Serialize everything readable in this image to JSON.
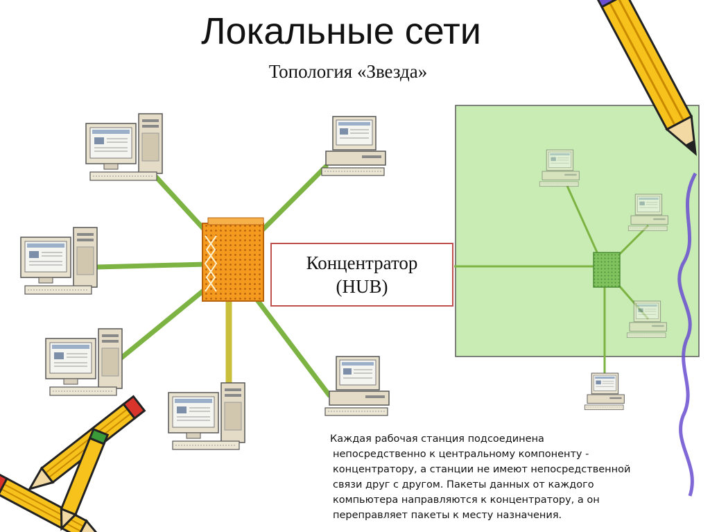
{
  "title": "Локальные сети",
  "subtitle": "Топология «Звезда»",
  "hub_label": {
    "line1": "Концентратор",
    "line2": "(HUB)"
  },
  "description": {
    "line1": "Каждая рабочая станция подсоединена",
    "line2": "непосредственно к  центральному компоненту -",
    "line3": "концентратору, а станции не имеют непосредственной",
    "line4": "связи друг с другом. Пакеты данных от каждого",
    "line5": "компьютера направляются к концентратору, а он",
    "line6": "переправляет пакеты к месту назначения."
  },
  "colors": {
    "link": "#7cb342",
    "link_yellow": "#c9bf3a",
    "hub": "#f39a1f",
    "inset_bg": "#c8ecb4",
    "inset_border": "#5a5a5a",
    "label_border": "#c0504d"
  }
}
